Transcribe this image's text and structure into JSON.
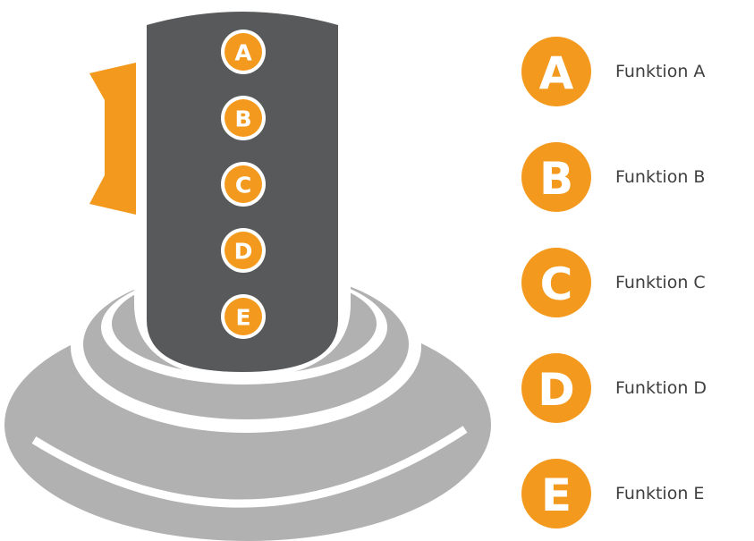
{
  "colors": {
    "accent": "#f39a1e",
    "body_dark": "#58595b",
    "base_gray": "#b1b1b1",
    "badge_text": "#ffffff",
    "label_text": "#3f3f3f"
  },
  "joystick": {
    "buttons": [
      {
        "letter": "A",
        "icon": "button-a-icon"
      },
      {
        "letter": "B",
        "icon": "button-b-icon"
      },
      {
        "letter": "C",
        "icon": "button-c-icon"
      },
      {
        "letter": "D",
        "icon": "button-d-icon"
      },
      {
        "letter": "E",
        "icon": "button-e-icon"
      }
    ]
  },
  "legend": {
    "items": [
      {
        "letter": "A",
        "label": "Funktion A"
      },
      {
        "letter": "B",
        "label": "Funktion B"
      },
      {
        "letter": "C",
        "label": "Funktion C"
      },
      {
        "letter": "D",
        "label": "Funktion D"
      },
      {
        "letter": "E",
        "label": "Funktion E"
      }
    ]
  }
}
